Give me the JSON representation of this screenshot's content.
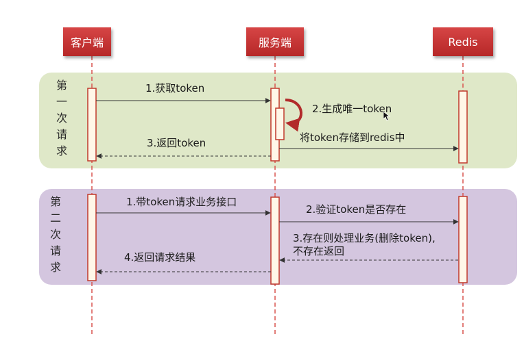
{
  "actors": {
    "client": "客户端",
    "server": "服务端",
    "redis": "Redis"
  },
  "phases": {
    "first": [
      "第",
      "一",
      "次",
      "请",
      "求"
    ],
    "second": [
      "第",
      "二",
      "次",
      "请",
      "求"
    ]
  },
  "messages": {
    "get_token": "1.获取token",
    "generate_token": "2.生成唯一token",
    "store_token": "将token存储到redis中",
    "return_token": "3.返回token",
    "request_with_token": "1.带token请求业务接口",
    "verify_token": "2.验证token是否存在",
    "process_line1": "3.存在则处理业务(删除token),",
    "process_line2": "不存在返回",
    "return_result": "4.返回请求结果"
  },
  "colors": {
    "actor_red": "#c0392b",
    "lifeline_red": "#d9534f",
    "phase1_band": "#dfe8c8",
    "phase2_band": "#d4c6df",
    "activation_fill": "#fff7e8",
    "activation_border": "#c0392b"
  }
}
